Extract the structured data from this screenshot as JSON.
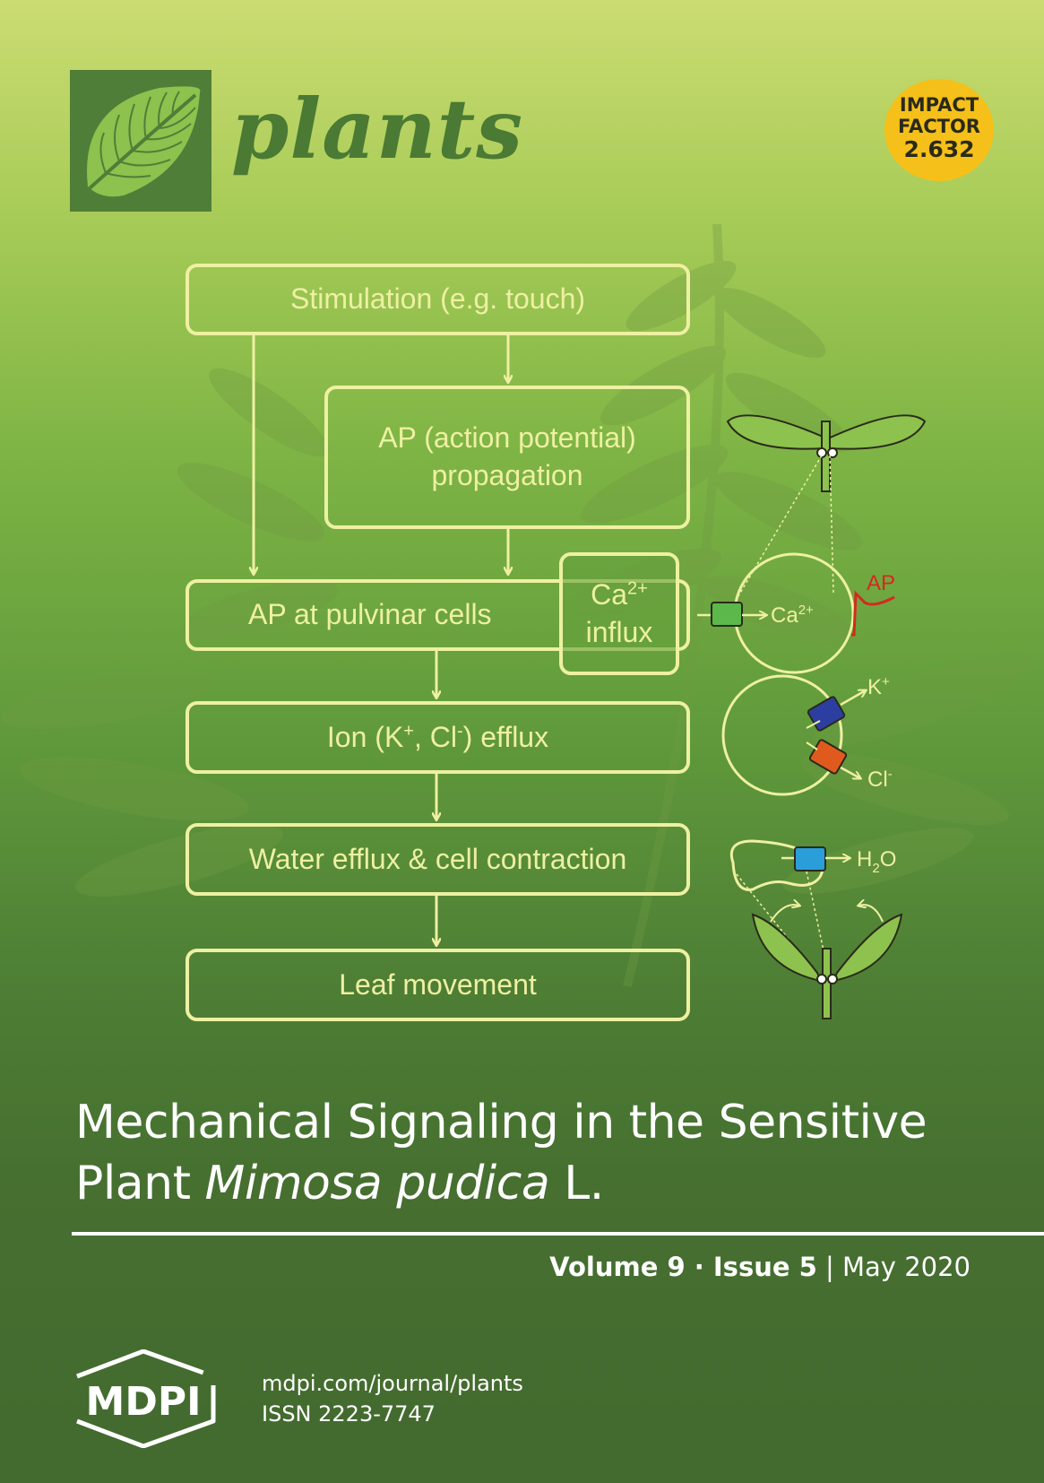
{
  "journal": {
    "name": "plants"
  },
  "impact_factor": {
    "line1": "IMPACT",
    "line2": "FACTOR",
    "value": "2.632"
  },
  "diagram": {
    "box1": "Stimulation (e.g. touch)",
    "box2_line1": "AP (action potential)",
    "box2_line2": "propagation",
    "box3": "AP at pulvinar cells",
    "box3b_ion": "Ca",
    "box3b_sup": "2+",
    "box3b_line2": "influx",
    "box4_pre": "Ion (K",
    "box4_sup1": "+",
    "box4_mid": ", Cl",
    "box4_sup2": "-",
    "box4_post": ") efflux",
    "box5": "Water efflux & cell contraction",
    "box6": "Leaf movement",
    "label_ca": "Ca",
    "label_ca_sup": "2+",
    "label_ap": "AP",
    "label_k": "K",
    "label_k_sup": "+",
    "label_cl": "Cl",
    "label_cl_sup": "-",
    "label_h2o_h": "H",
    "label_h2o_sub": "2",
    "label_h2o_o": "O"
  },
  "colors": {
    "box_stroke": "#eef0a2",
    "ap_trace": "#d42a1e",
    "impact_badge": "#f5c019"
  },
  "title": {
    "line1": "Mechanical Signaling in the Sensitive",
    "line2_pre": "Plant ",
    "line2_italic": "Mimosa pudica",
    "line2_post": " L."
  },
  "issue": {
    "volume": "Volume 9",
    "sep": " · ",
    "issue": "Issue 5",
    "bar": " | ",
    "date": "May 2020"
  },
  "publisher": {
    "logo_text": "MDPI",
    "url": "mdpi.com/journal/plants",
    "issn": "ISSN 2223-7747"
  }
}
